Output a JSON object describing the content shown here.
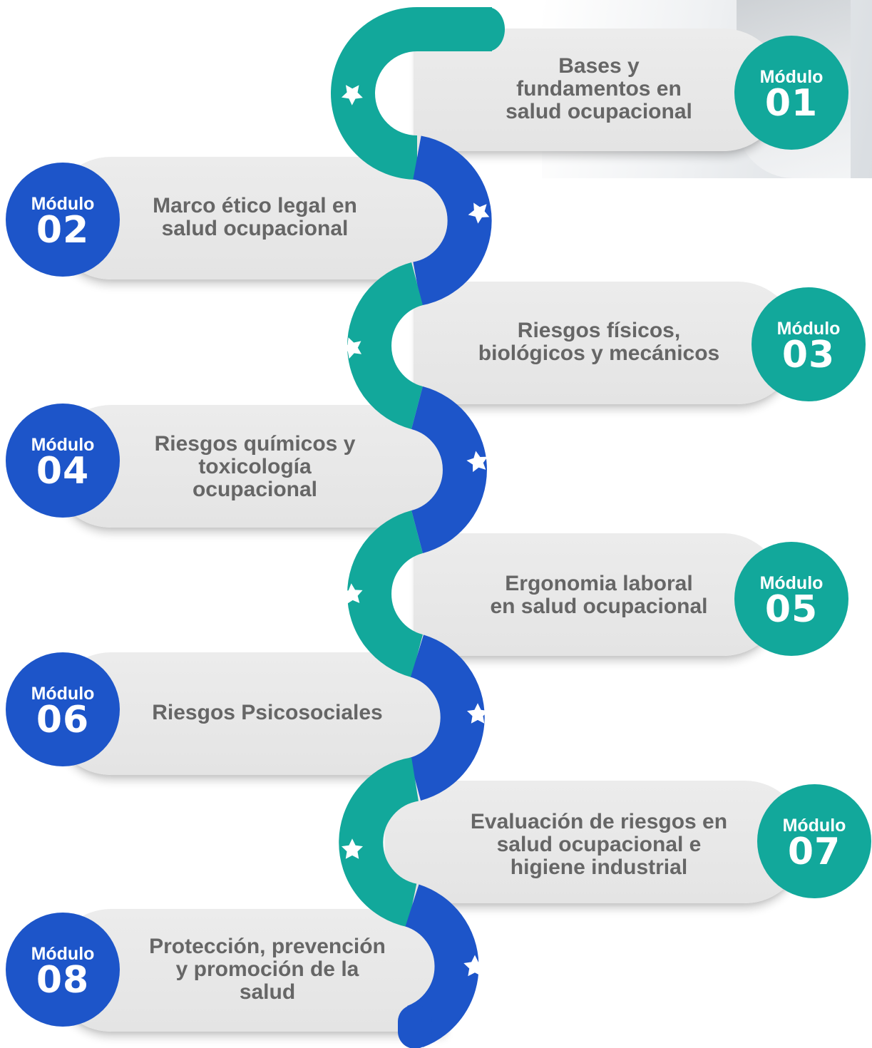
{
  "colors": {
    "teal": "#12a89b",
    "blue": "#1d55c9",
    "text": "#666666",
    "pill": "#e8e8e8"
  },
  "modules": [
    {
      "label": "Módulo",
      "number": "01",
      "title": "Bases y\nfundamentos en\nsalud ocupacional",
      "side": "right",
      "color": "teal"
    },
    {
      "label": "Módulo",
      "number": "02",
      "title": "Marco ético legal en\nsalud ocupacional",
      "side": "left",
      "color": "blue"
    },
    {
      "label": "Módulo",
      "number": "03",
      "title": "Riesgos físicos,\nbiológicos y mecánicos",
      "side": "right",
      "color": "teal"
    },
    {
      "label": "Módulo",
      "number": "04",
      "title": "Riesgos químicos y\ntoxicología\nocupacional",
      "side": "left",
      "color": "blue"
    },
    {
      "label": "Módulo",
      "number": "05",
      "title": "Ergonomia laboral\nen salud ocupacional",
      "side": "right",
      "color": "teal"
    },
    {
      "label": "Módulo",
      "number": "06",
      "title": "Riesgos Psicosociales",
      "side": "left",
      "color": "blue"
    },
    {
      "label": "Módulo",
      "number": "07",
      "title": "Evaluación de riesgos en\nsalud ocupacional e\nhigiene industrial",
      "side": "right",
      "color": "teal"
    },
    {
      "label": "Módulo",
      "number": "08",
      "title": "Protección, prevención\ny promoción de la\nsalud",
      "side": "left",
      "color": "blue"
    }
  ],
  "star_icon": "star-icon"
}
